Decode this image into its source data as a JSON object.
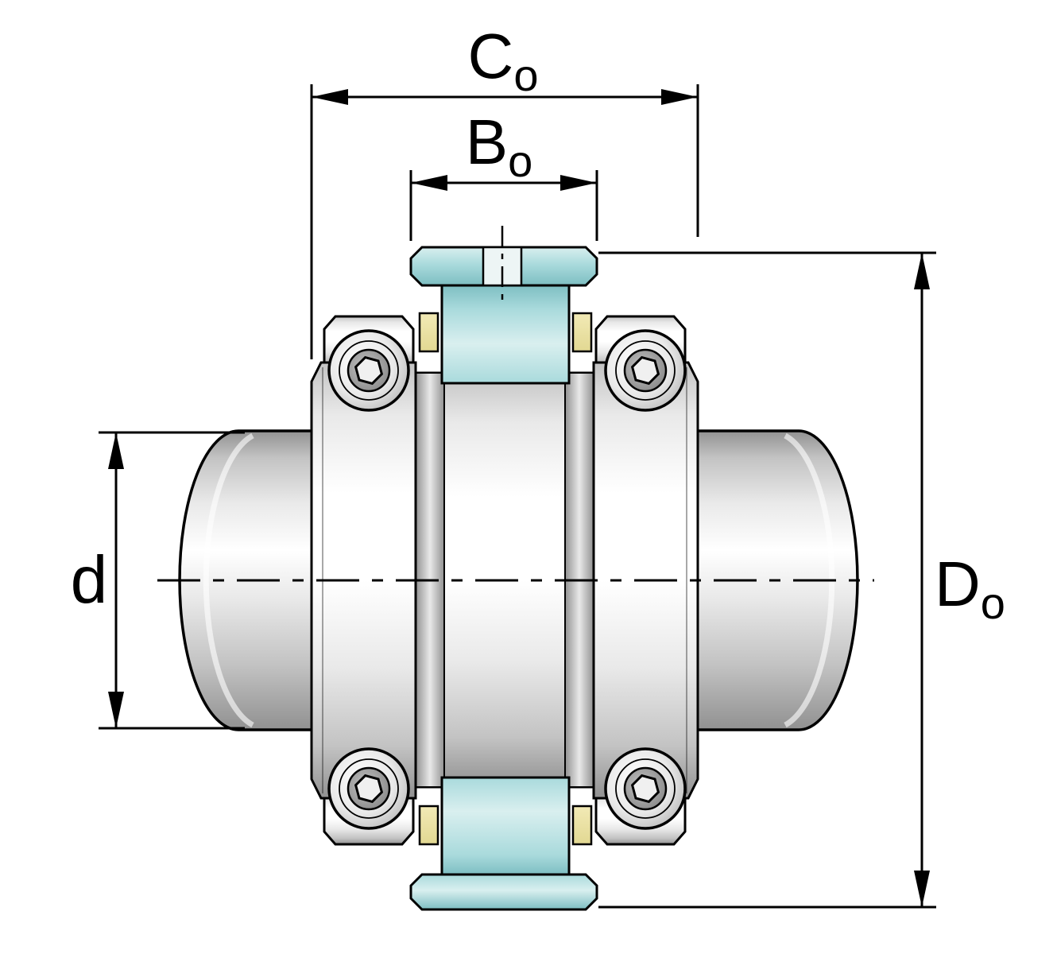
{
  "diagram": {
    "labels": {
      "c0": {
        "base": "C",
        "sub": "o"
      },
      "b0": {
        "base": "B",
        "sub": "o"
      },
      "d": {
        "base": "d"
      },
      "d0": {
        "base": "D",
        "sub": "o"
      }
    },
    "colors": {
      "outline": "#000000",
      "background": "#ffffff",
      "teal_light": "#d9efef",
      "teal": "#a9dadc",
      "teal_dark": "#7dbec2",
      "cream_light": "#f2eab6",
      "cream": "#e2d892",
      "metal_white": "#ffffff",
      "metal_light": "#e9e9e9",
      "metal_mid": "#c3c3c3",
      "metal_dark": "#919191",
      "metal_deep": "#6e6e6e"
    }
  }
}
